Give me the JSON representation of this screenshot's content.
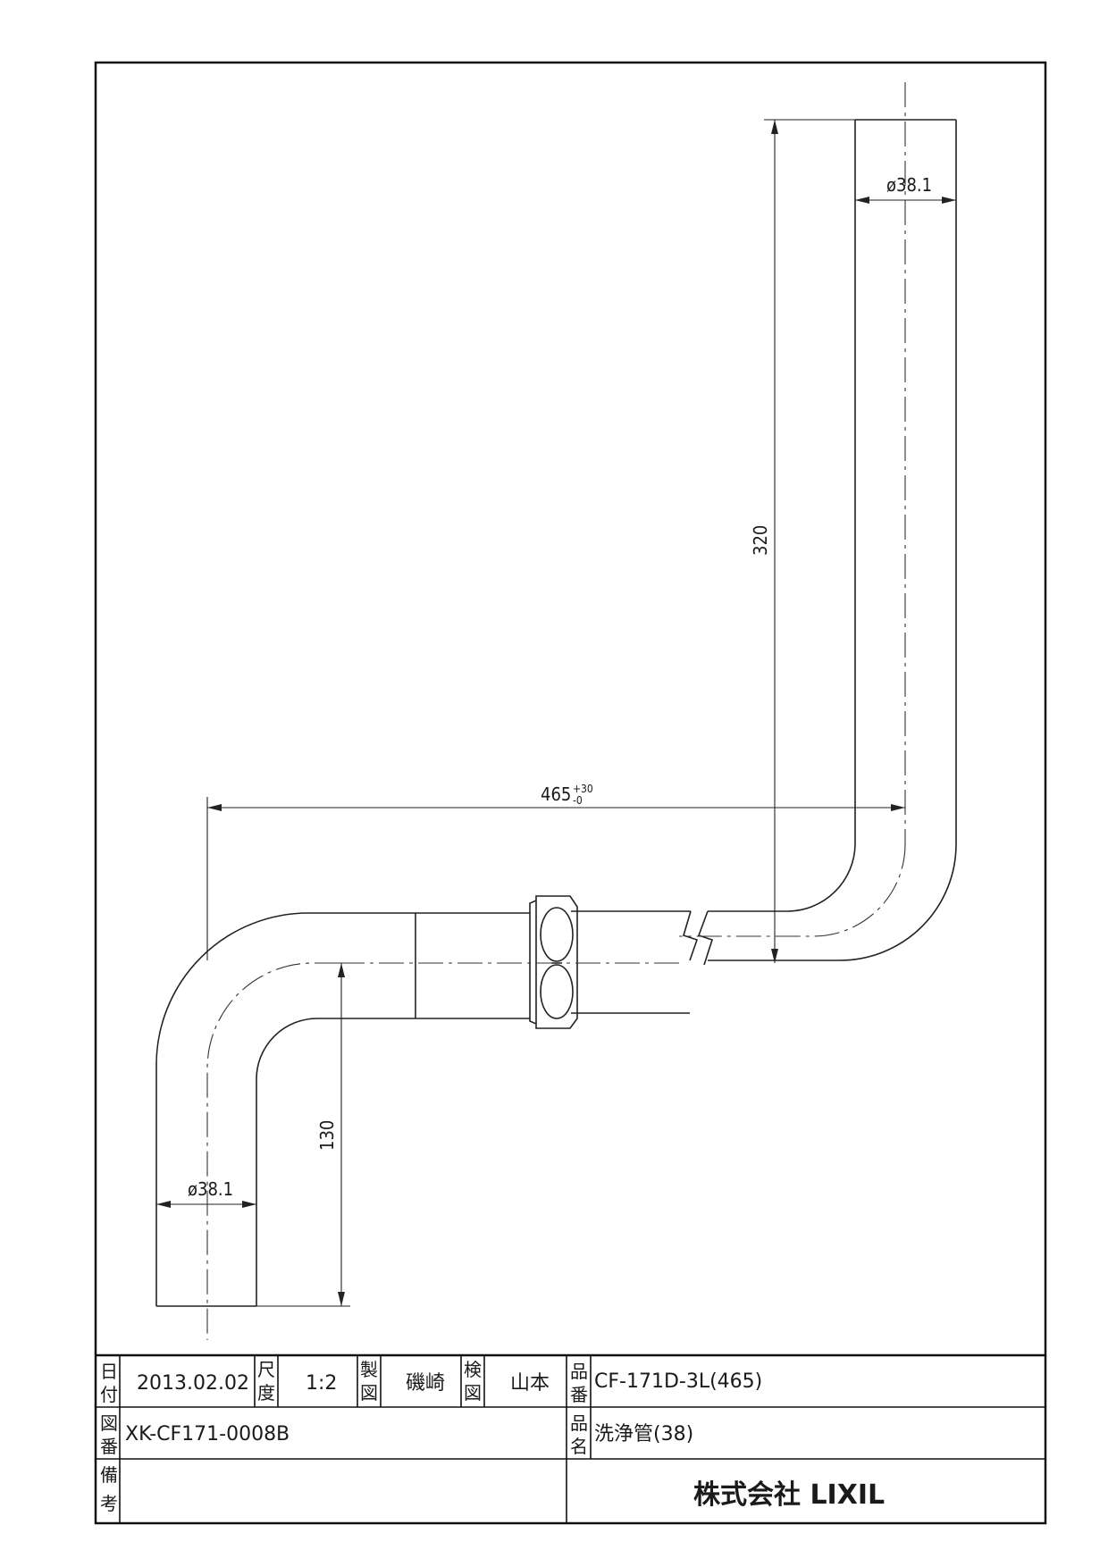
{
  "drawing": {
    "dimensions": {
      "dia_top": "ø38.1",
      "dia_bottom": "ø38.1",
      "height_right": "320",
      "height_left": "130",
      "length": "465",
      "tol_plus": "+30",
      "tol_minus": "-0"
    }
  },
  "title_block": {
    "date_label_1": "日",
    "date_label_2": "付",
    "date": "2013.02.02",
    "scale_label_1": "尺",
    "scale_label_2": "度",
    "scale": "1:2",
    "drawn_label_1": "製",
    "drawn_label_2": "図",
    "drawn_by": "磯崎",
    "checked_label_1": "検",
    "checked_label_2": "図",
    "checked_by": "山本",
    "partno_label_1": "品",
    "partno_label_2": "番",
    "part_number": "CF-171D-3L(465)",
    "drawingno_label_1": "図",
    "drawingno_label_2": "番",
    "drawing_number": "XK-CF171-0008B",
    "name_label_1": "品",
    "name_label_2": "名",
    "part_name": "洗浄管(38)",
    "remarks_label_1": "備",
    "remarks_label_2": "考",
    "company": "株式会社 LIXIL"
  }
}
